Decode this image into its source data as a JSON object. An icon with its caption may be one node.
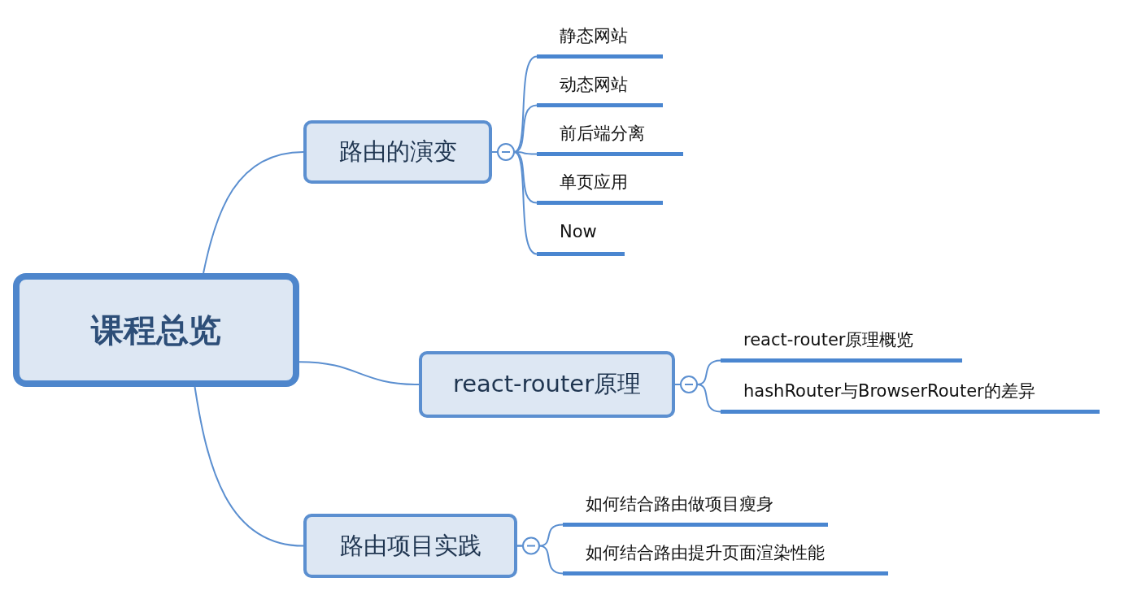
{
  "diagram": {
    "nodes": [
      {
        "text": [
          "课程总览"
        ]
      },
      {
        "text": [
          "路由的演变"
        ]
      },
      {
        "text": [
          "静态网站"
        ]
      },
      {
        "text": [
          "动态网站"
        ]
      },
      {
        "text": [
          "前后端分离"
        ]
      },
      {
        "text": [
          "单页应用"
        ]
      },
      {
        "text": [
          "Now"
        ]
      },
      {
        "text": [
          "react-router原理"
        ]
      },
      {
        "text": [
          "react-router原理概览"
        ]
      },
      {
        "text": [
          "hashRouter与BrowserRouter的差异"
        ]
      },
      {
        "text": [
          "路由项目实践"
        ]
      },
      {
        "text": [
          "如何结合路由做项目瘦身"
        ]
      },
      {
        "text": [
          "如何结合路由提升页面渲染性能"
        ]
      }
    ],
    "edges": [
      {
        "from": 0,
        "to": 1,
        "arrow": "none"
      },
      {
        "from": 1,
        "to": 2,
        "arrow": "none"
      },
      {
        "from": 1,
        "to": 3,
        "arrow": "none"
      },
      {
        "from": 1,
        "to": 4,
        "arrow": "none"
      },
      {
        "from": 1,
        "to": 5,
        "arrow": "none"
      },
      {
        "from": 1,
        "to": 6,
        "arrow": "none"
      },
      {
        "from": 0,
        "to": 7,
        "arrow": "none"
      },
      {
        "from": 7,
        "to": 8,
        "arrow": "none"
      },
      {
        "from": 7,
        "to": 9,
        "arrow": "none"
      },
      {
        "from": 0,
        "to": 10,
        "arrow": "none"
      },
      {
        "from": 10,
        "to": 11,
        "arrow": "none"
      },
      {
        "from": 10,
        "to": 12,
        "arrow": "none"
      }
    ]
  }
}
